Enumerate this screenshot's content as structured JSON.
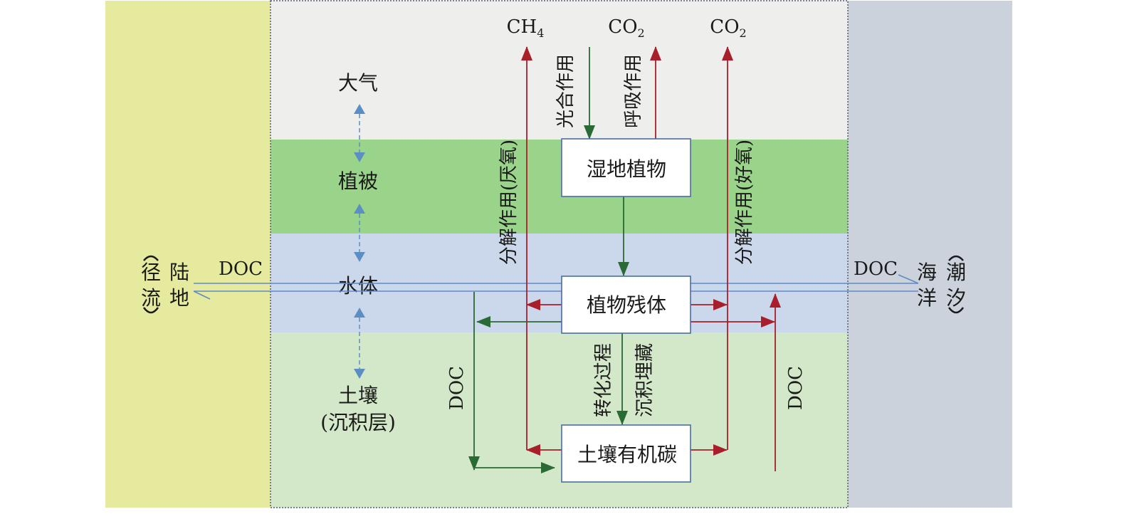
{
  "colors": {
    "land": "#e6ea9e",
    "ocean": "#cbd2dc",
    "atmosphere": "#eeeeec",
    "vegetation": "#9ad48a",
    "water": "#cbd8ec",
    "soil": "#d3e8c8",
    "box_border": "#4a6e9c",
    "red_arrow": "#a81e2a",
    "green_arrow": "#2a6a34",
    "blue_arrow": "#5b8fc4",
    "doc_line": "#5f8ac6"
  },
  "regions": {
    "land": {
      "line1": "陆",
      "line2": "地",
      "paren_line1": "径",
      "paren_line2": "流"
    },
    "ocean": {
      "line1": "海",
      "line2": "洋",
      "paren_line1": "潮",
      "paren_line2": "汐"
    }
  },
  "layers": {
    "atmosphere": "大气",
    "vegetation": "植被",
    "water": "水体",
    "soil": "土壤",
    "sediment": "(沉积层)"
  },
  "boxes": {
    "wetland_plants": "湿地植物",
    "plant_residue": "植物残体",
    "soil_organic_carbon": "土壤有机碳"
  },
  "gases": {
    "ch4": {
      "base": "CH",
      "sub": "4"
    },
    "co2_respiration": {
      "base": "CO",
      "sub": "2"
    },
    "co2_aerobic": {
      "base": "CO",
      "sub": "2"
    }
  },
  "processes": {
    "photosynthesis": "光合作用",
    "respiration": "呼吸作用",
    "anaerobic_decomposition": "分解作用(厌氧)",
    "aerobic_decomposition": "分解作用(好氧)",
    "transformation": "转化过程",
    "burial": "沉积埋藏"
  },
  "flows": {
    "doc_land": "DOC",
    "doc_ocean": "DOC",
    "doc_left_vertical": "DOC",
    "doc_right_vertical": "DOC"
  }
}
